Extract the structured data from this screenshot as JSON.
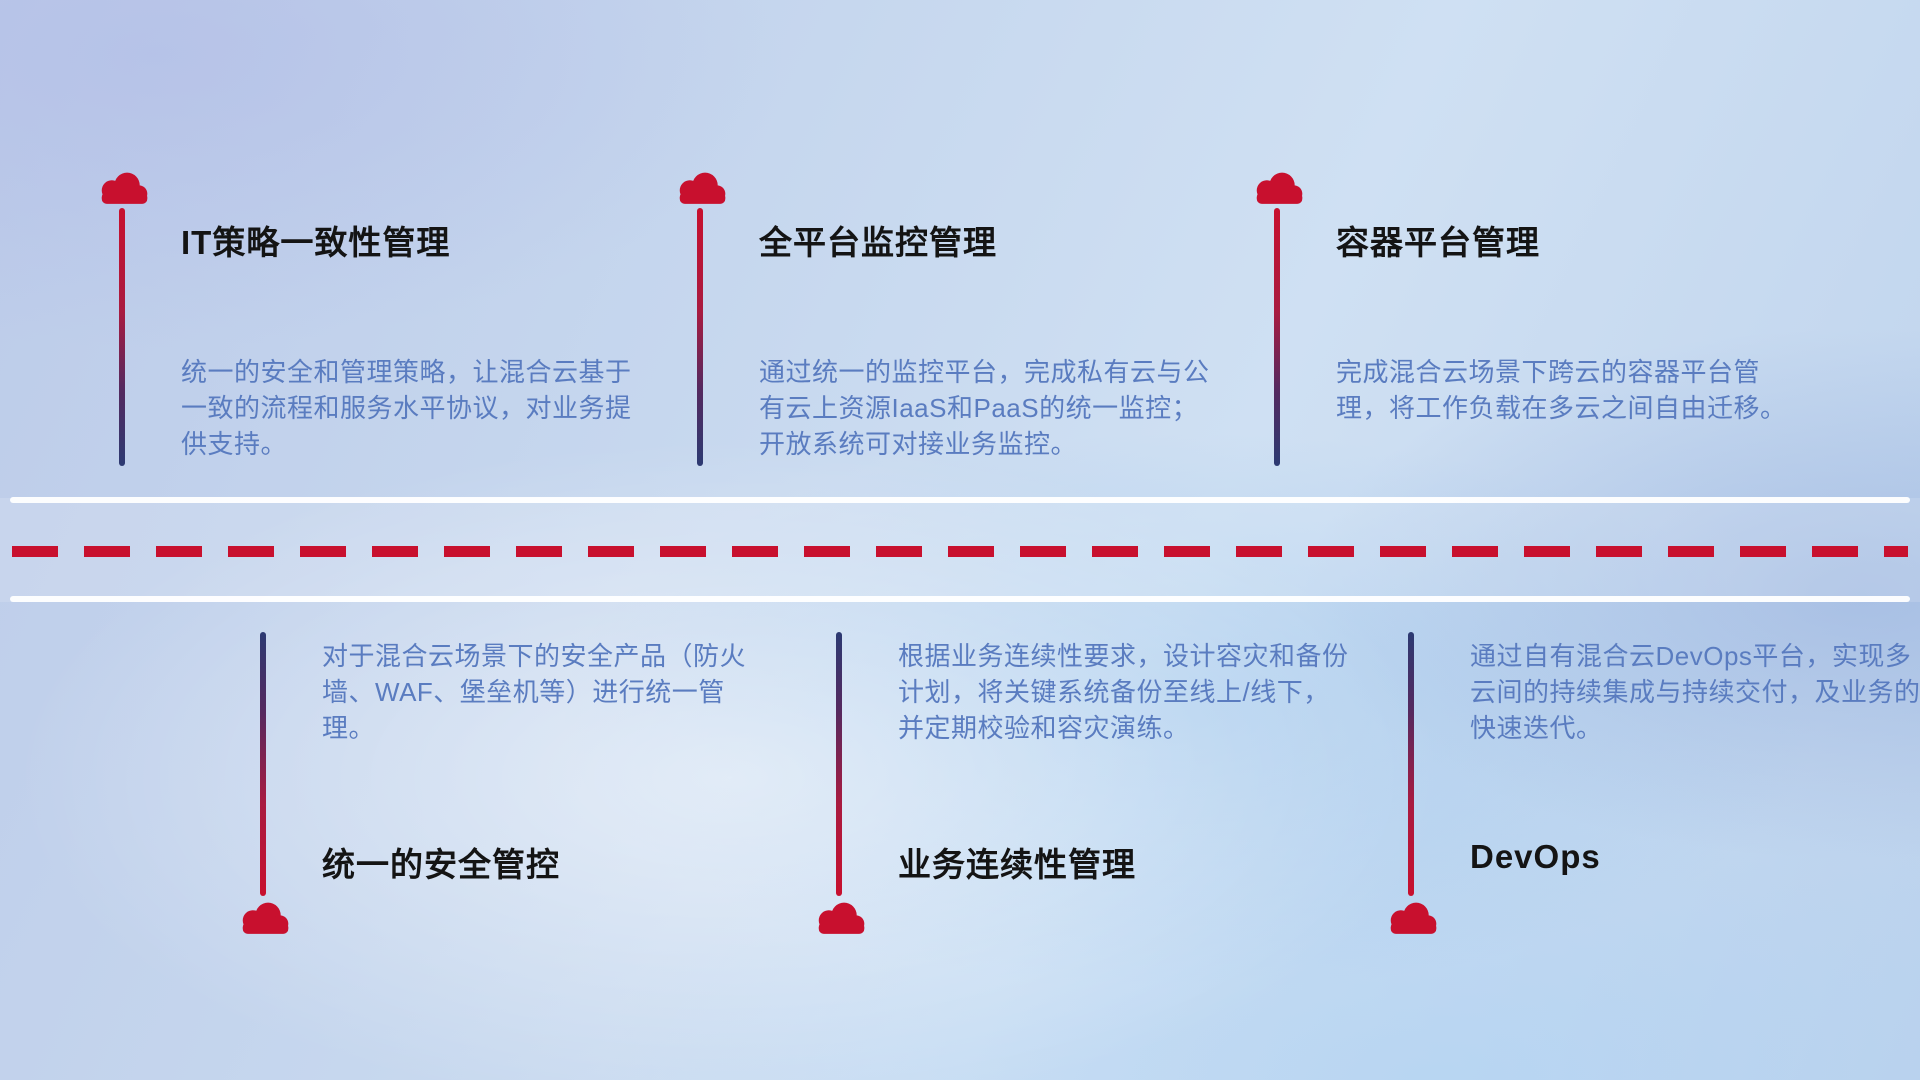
{
  "colors": {
    "accent_red": "#c8102e",
    "accent_navy": "#2c3a72",
    "title_text": "#141414",
    "body_text": "#5a7cc0",
    "road_white": "#ffffff"
  },
  "top_items": [
    {
      "title": "IT策略一致性管理",
      "description": "统一的安全和管理策略，让混合云基于一致的流程和服务水平协议，对业务提供支持。"
    },
    {
      "title": "全平台监控管理",
      "description": "通过统一的监控平台，完成私有云与公有云上资源IaaS和PaaS的统一监控；开放系统可对接业务监控。"
    },
    {
      "title": "容器平台管理",
      "description": "完成混合云场景下跨云的容器平台管理，将工作负载在多云之间自由迁移。"
    }
  ],
  "bottom_items": [
    {
      "title": "统一的安全管控",
      "description": "对于混合云场景下的安全产品（防火墙、WAF、堡垒机等）进行统一管理。"
    },
    {
      "title": "业务连续性管理",
      "description": "根据业务连续性要求，设计容灾和备份计划，将关键系统备份至线上/线下，并定期校验和容灾演练。"
    },
    {
      "title": "DevOps",
      "description": "通过自有混合云DevOps平台，实现多云间的持续集成与持续交付，及业务的快速迭代。"
    }
  ]
}
